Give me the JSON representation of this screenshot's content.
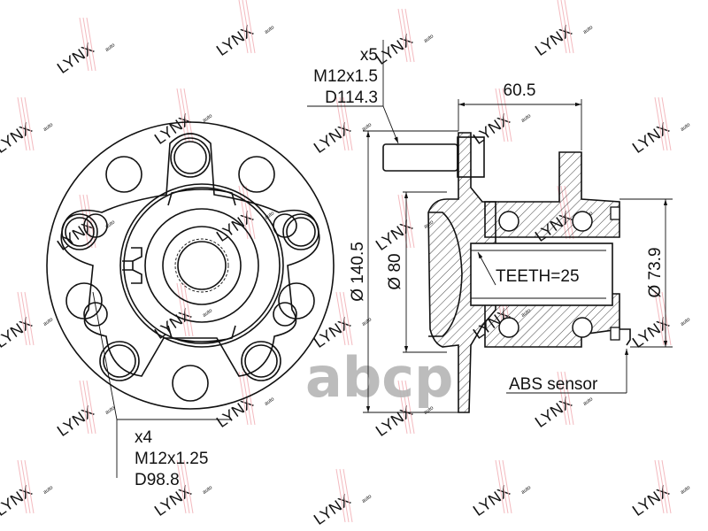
{
  "diagram": {
    "type": "technical-drawing",
    "subject": "rear wheel hub bearing assembly",
    "front_view": {
      "studs_label": {
        "count": "x4",
        "thread": "M12x1.25",
        "pcd": "D98.8"
      }
    },
    "side_view": {
      "studs_label": {
        "count": "x5",
        "thread": "M12x1.5",
        "pcd": "D114.3"
      },
      "dimensions": {
        "width": "60.5",
        "flange_diameter": "Ø 140.5",
        "pilot_diameter": "Ø 80",
        "bearing_diameter": "Ø 73.9"
      },
      "callouts": {
        "spline": "TEETH=25",
        "abs": "ABS sensor"
      }
    },
    "watermarks": {
      "brand": "LYNX",
      "brand_sub": "auto",
      "site": "abcp",
      "brand_color": "#f3b9bf",
      "site_color": "#b5b5b5"
    },
    "colors": {
      "line": "#111111",
      "background": "#ffffff"
    }
  }
}
